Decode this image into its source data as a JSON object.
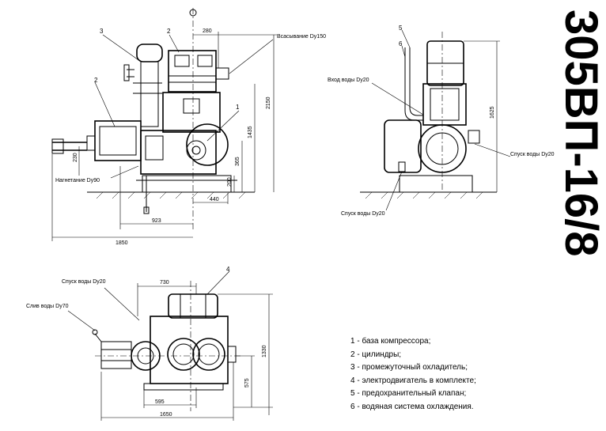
{
  "model": "305ВП-16/8",
  "front_view": {
    "callouts": [
      "3",
      "2",
      "2",
      "1"
    ],
    "labels": {
      "suction": "Всасывание Dy150",
      "discharge": "Нагнетание Dy90"
    },
    "dims": {
      "d280": "280",
      "d2150": "2150",
      "d1435": "1435",
      "d365": "365",
      "d200": "200",
      "d230": "230",
      "d440": "440",
      "d923": "923",
      "d1850": "1850"
    }
  },
  "side_view": {
    "callouts": [
      "5",
      "6"
    ],
    "labels": {
      "water_in": "Вход воды Dy20",
      "water_out_right": "Спуск воды Dy20",
      "water_out_bottom": "Спуск воды Dy20"
    },
    "dims": {
      "d1625": "1625"
    }
  },
  "top_view": {
    "callouts": [
      "4"
    ],
    "labels": {
      "water_out": "Спуск воды Dy20",
      "drain": "Слив воды Dy70"
    },
    "dims": {
      "d730": "730",
      "d1330": "1330",
      "d575": "575",
      "d595": "595",
      "d1650": "1650"
    }
  },
  "legend": [
    "1 - база компрессора;",
    "2 - цилиндры;",
    "3 - промежуточный охладитель;",
    "4 - электродвигатель в комплекте;",
    "5 - предохранительный клапан;",
    "6 - водяная система охлаждения."
  ]
}
